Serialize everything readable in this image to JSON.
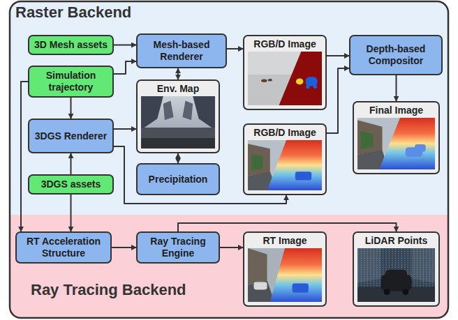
{
  "diagram": {
    "nodes": [
      {
        "text": [
          "Raster Backend"
        ]
      },
      {
        "text": [
          "Ray Tracing Backend"
        ]
      },
      {
        "text": [
          "3D Mesh assets"
        ],
        "in": 0
      },
      {
        "text": [
          "Simulation trajectory"
        ],
        "in": 0
      },
      {
        "text": [
          "Mesh-based Renderer"
        ],
        "in": 0
      },
      {
        "text": [
          "RGB/D Image"
        ],
        "in": 0
      },
      {
        "text": [
          "Depth-based Compositor"
        ],
        "in": 0
      },
      {
        "text": [
          "Env. Map"
        ],
        "in": 0
      },
      {
        "text": [
          "3DGS Renderer"
        ],
        "in": 0
      },
      {
        "text": [
          "Final Image"
        ],
        "in": 0
      },
      {
        "text": [
          "RGB/D Image"
        ],
        "in": 0
      },
      {
        "text": [
          "Precipitation"
        ],
        "in": 0
      },
      {
        "text": [
          "3DGS assets"
        ],
        "in": 0
      },
      {
        "text": [
          "RT Acceleration Structure"
        ],
        "in": 1
      },
      {
        "text": [
          "Ray Tracing Engine"
        ],
        "in": 1
      },
      {
        "text": [
          "RT Image"
        ],
        "in": 1
      },
      {
        "text": [
          "LiDAR Points"
        ],
        "in": 1
      }
    ],
    "edges": [
      {
        "from": 2,
        "to": 4,
        "arrow": "to"
      },
      {
        "from": 3,
        "to": 4,
        "arrow": "to"
      },
      {
        "from": 3,
        "to": 8,
        "arrow": "to"
      },
      {
        "from": 4,
        "to": 7,
        "arrow": "both"
      },
      {
        "from": 7,
        "to": 11,
        "arrow": "both"
      },
      {
        "from": 8,
        "to": 7,
        "arrow": "to"
      },
      {
        "from": 8,
        "to": 10,
        "arrow": "to"
      },
      {
        "from": 12,
        "to": 8,
        "arrow": "to"
      },
      {
        "from": 12,
        "to": 13,
        "arrow": "to"
      },
      {
        "from": 3,
        "to": 13,
        "arrow": "to"
      },
      {
        "from": 4,
        "to": 5,
        "arrow": "to"
      },
      {
        "from": 5,
        "to": 6,
        "arrow": "to"
      },
      {
        "from": 10,
        "to": 6,
        "arrow": "to"
      },
      {
        "from": 6,
        "to": 9,
        "arrow": "to"
      },
      {
        "from": 13,
        "to": 14,
        "arrow": "to"
      },
      {
        "from": 14,
        "to": 15,
        "arrow": "to"
      },
      {
        "from": 14,
        "to": 16,
        "arrow": "to"
      }
    ]
  }
}
